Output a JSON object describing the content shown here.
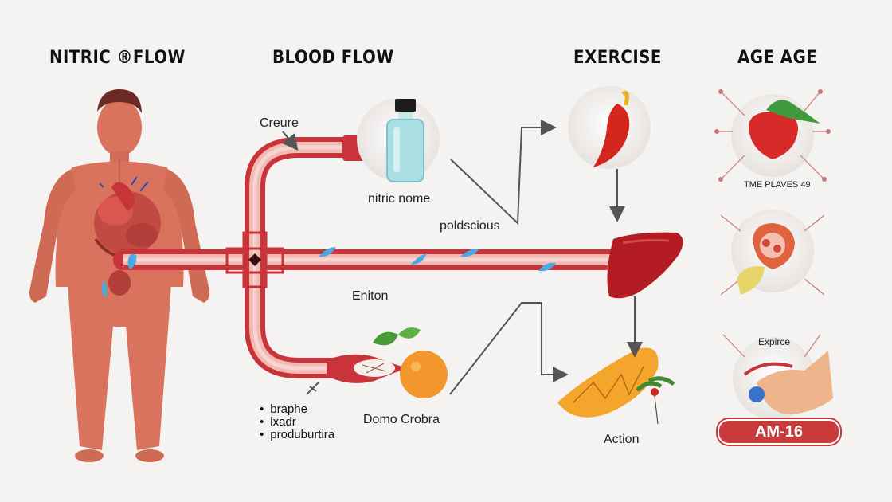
{
  "headers": {
    "nitric_flow": "NITRIC ®FLOW",
    "blood_flow": "BLOOD FLOW",
    "exercise": "EXERCISE",
    "age_age": "AGE AGE"
  },
  "labels": {
    "creure": "Creure",
    "nitric_nome": "nitric nome",
    "poldscious": "poldscious",
    "eniton": "Eniton",
    "domo_crobra": "Domo Crobra",
    "action": "Action",
    "tme_plaves": "TME PLAVES 49",
    "expirce": "Expirce",
    "badge": "AM-16"
  },
  "bullets": [
    "braphe",
    "lxadr",
    "produburtira"
  ],
  "colors": {
    "vessel": "#c8343a",
    "vessel_light": "#f3b9b3",
    "skin": "#d9735e",
    "droplet": "#4aa9e0",
    "orange": "#f3962b",
    "bottle": "#a9dfe3",
    "badge": "#c93a3a",
    "arrow": "#555555"
  }
}
